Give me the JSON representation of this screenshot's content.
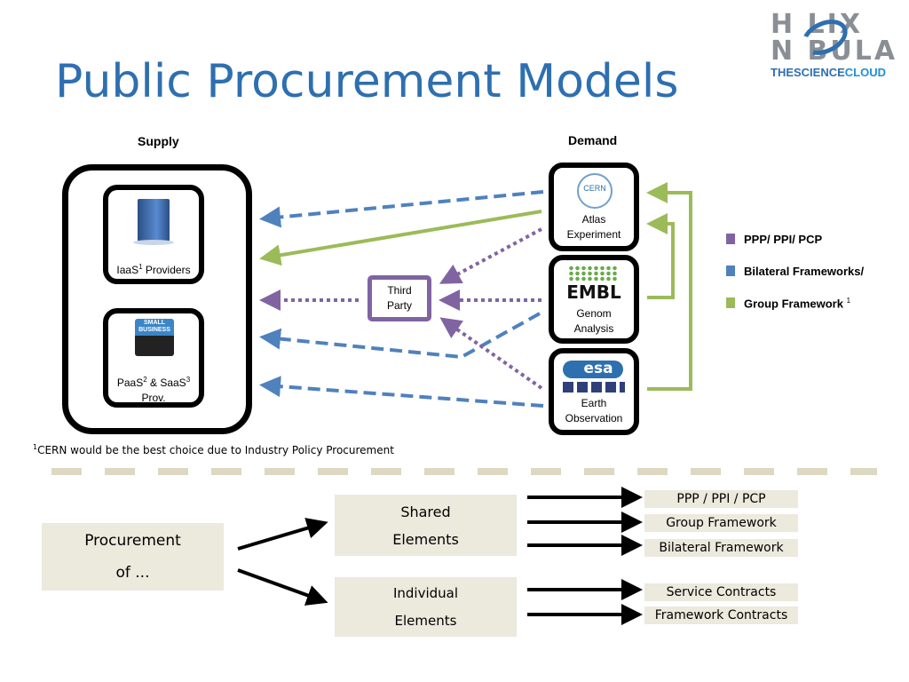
{
  "title": "Public Procurement Models",
  "logo": {
    "line1": "H LIX",
    "line2": "N BULA",
    "tagline_a": "THESCIENCE",
    "tagline_b": "CLOUD"
  },
  "supply": {
    "header": "Supply",
    "iaas": {
      "label": "IaaS",
      "sup": "1",
      "label_rest": " Providers"
    },
    "paas": {
      "label_a": "PaaS",
      "sup_a": "2",
      "amp": " & SaaS",
      "sup_b": "3",
      "line2": "Prov.",
      "badge": "SMALL BUSINESS"
    }
  },
  "demand": {
    "header": "Demand",
    "atlas": {
      "logo": "CERN",
      "line1": "Atlas",
      "line2": "Experiment"
    },
    "embl": {
      "logo": "EMBL",
      "line1": "Genom",
      "line2": "Analysis"
    },
    "esa": {
      "logo": "esa",
      "line1": "Earth",
      "line2": "Observation"
    }
  },
  "third_party": {
    "line1": "Third",
    "line2": "Party"
  },
  "legend": {
    "items": [
      {
        "label": "PPP/ PPI/ PCP",
        "color": "#8064a2"
      },
      {
        "label": "Bilateral Frameworks/",
        "color": "#4f81bd"
      },
      {
        "label": "Group Framework",
        "sup": "1",
        "color": "#9bbb59"
      }
    ]
  },
  "footnote": {
    "sup": "1",
    "text": "CERN would be the best choice due to Industry Policy Procurement"
  },
  "colors": {
    "title": "#2e6fb0",
    "purple": "#8064a2",
    "blue": "#4f81bd",
    "green": "#9bbb59",
    "beige": "#ece9dd"
  },
  "procurement": {
    "root": {
      "line1": "Procurement",
      "line2": "of ..."
    },
    "shared": {
      "line1": "Shared",
      "line2": "Elements"
    },
    "individual": {
      "line1": "Individual",
      "line2": "Elements"
    },
    "shared_items": [
      "PPP / PPI / PCP",
      "Group Framework",
      "Bilateral Framework"
    ],
    "individual_items": [
      "Service Contracts",
      "Framework Contracts"
    ]
  }
}
